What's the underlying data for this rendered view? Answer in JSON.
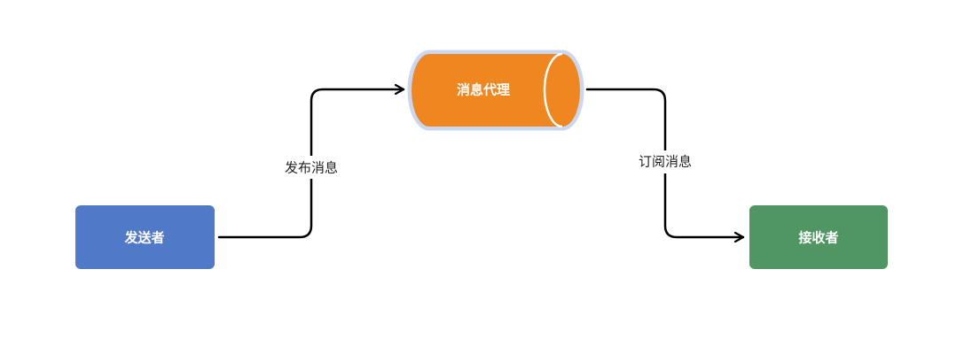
{
  "nodes": {
    "sender": {
      "label": "发送者",
      "color": "#5079C8"
    },
    "broker": {
      "label": "消息代理",
      "color": "#EF861F",
      "outline": "#C9D8F0"
    },
    "receiver": {
      "label": "接收者",
      "color": "#509663"
    }
  },
  "edges": {
    "publish": {
      "label": "发布消息"
    },
    "subscribe": {
      "label": "订阅消息"
    }
  }
}
